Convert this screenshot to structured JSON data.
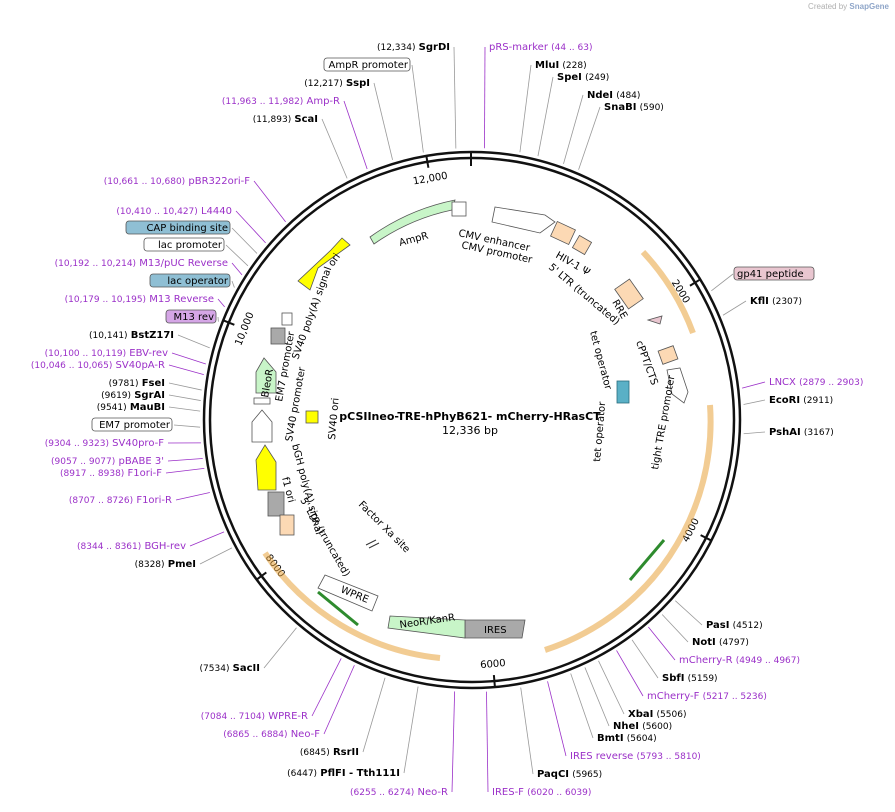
{
  "credit": {
    "prefix": "Created by",
    "brand": "SnapGene"
  },
  "plasmid": {
    "name": "pCSIIneo-TRE-hPhyB621- mCherry-HRasCT",
    "length_label": "12,336 bp"
  },
  "ticks": [
    {
      "label": "2000",
      "bp": 2000
    },
    {
      "label": "4000",
      "bp": 4000
    },
    {
      "label": "6000",
      "bp": 6000
    },
    {
      "label": "8000",
      "bp": 8000
    },
    {
      "label": "10,000",
      "bp": 10000
    },
    {
      "label": "12,000",
      "bp": 12000
    }
  ],
  "sites": [
    {
      "name": "SgrDI",
      "pos": "(12,334)",
      "kind": "enzyme",
      "side": "L"
    },
    {
      "name": "AmpR promoter",
      "pos": "",
      "kind": "boxed",
      "side": "L"
    },
    {
      "name": "SspI",
      "pos": "(12,217)",
      "kind": "enzyme",
      "side": "L"
    },
    {
      "name": "Amp-R",
      "pos": "(11,963 .. 11,982)",
      "kind": "primer",
      "side": "L"
    },
    {
      "name": "ScaI",
      "pos": "(11,893)",
      "kind": "enzyme",
      "side": "L"
    },
    {
      "name": "pBR322ori-F",
      "pos": "(10,661 .. 10,680)",
      "kind": "primer",
      "side": "L"
    },
    {
      "name": "L4440",
      "pos": "(10,410 .. 10,427)",
      "kind": "primer",
      "side": "L"
    },
    {
      "name": "CAP binding site",
      "pos": "",
      "kind": "cap",
      "side": "L"
    },
    {
      "name": "lac promoter",
      "pos": "",
      "kind": "boxed",
      "side": "L"
    },
    {
      "name": "M13/pUC Reverse",
      "pos": "(10,192 .. 10,214)",
      "kind": "primer",
      "side": "L"
    },
    {
      "name": "lac operator",
      "pos": "",
      "kind": "lacop",
      "side": "L"
    },
    {
      "name": "M13 Reverse",
      "pos": "(10,179 .. 10,195)",
      "kind": "primer",
      "side": "L"
    },
    {
      "name": "M13 rev",
      "pos": "",
      "kind": "m13",
      "side": "L"
    },
    {
      "name": "BstZ17I",
      "pos": "(10,141)",
      "kind": "enzyme",
      "side": "L"
    },
    {
      "name": "EBV-rev",
      "pos": "(10,100 .. 10,119)",
      "kind": "primer",
      "side": "L"
    },
    {
      "name": "SV40pA-R",
      "pos": "(10,046 .. 10,065)",
      "kind": "primer",
      "side": "L"
    },
    {
      "name": "FseI",
      "pos": "(9781)",
      "kind": "enzyme",
      "side": "L"
    },
    {
      "name": "SgrAI",
      "pos": "(9619)",
      "kind": "enzyme",
      "side": "L"
    },
    {
      "name": "MauBI",
      "pos": "(9541)",
      "kind": "enzyme",
      "side": "L"
    },
    {
      "name": "EM7 promoter",
      "pos": "",
      "kind": "boxed",
      "side": "L"
    },
    {
      "name": "SV40pro-F",
      "pos": "(9304 .. 9323)",
      "kind": "primer",
      "side": "L"
    },
    {
      "name": "pBABE 3'",
      "pos": "(9057 .. 9077)",
      "kind": "primer",
      "side": "L"
    },
    {
      "name": "F1ori-F",
      "pos": "(8917 .. 8938)",
      "kind": "primer",
      "side": "L"
    },
    {
      "name": "F1ori-R",
      "pos": "(8707 .. 8726)",
      "kind": "primer",
      "side": "L"
    },
    {
      "name": "BGH-rev",
      "pos": "(8344 .. 8361)",
      "kind": "primer",
      "side": "L"
    },
    {
      "name": "PmeI",
      "pos": "(8328)",
      "kind": "enzyme",
      "side": "L"
    },
    {
      "name": "SacII",
      "pos": "(7534)",
      "kind": "enzyme",
      "side": "L"
    },
    {
      "name": "WPRE-R",
      "pos": "(7084 .. 7104)",
      "kind": "primer",
      "side": "L"
    },
    {
      "name": "Neo-F",
      "pos": "(6865 .. 6884)",
      "kind": "primer",
      "side": "L"
    },
    {
      "name": "RsrII",
      "pos": "(6845)",
      "kind": "enzyme",
      "side": "L"
    },
    {
      "name": "PflFI - Tth111I",
      "pos": "(6447)",
      "kind": "enzyme",
      "side": "L"
    },
    {
      "name": "Neo-R",
      "pos": "(6255 .. 6274)",
      "kind": "primer",
      "side": "L"
    },
    {
      "name": "pRS-marker",
      "pos": "(44 .. 63)",
      "kind": "primer",
      "side": "R"
    },
    {
      "name": "MluI",
      "pos": "(228)",
      "kind": "enzyme",
      "side": "R"
    },
    {
      "name": "SpeI",
      "pos": "(249)",
      "kind": "enzyme",
      "side": "R"
    },
    {
      "name": "NdeI",
      "pos": "(484)",
      "kind": "enzyme",
      "side": "R"
    },
    {
      "name": "SnaBI",
      "pos": "(590)",
      "kind": "enzyme",
      "side": "R"
    },
    {
      "name": "gp41 peptide",
      "pos": "",
      "kind": "gp41",
      "side": "R"
    },
    {
      "name": "KflI",
      "pos": "(2307)",
      "kind": "enzyme",
      "side": "R"
    },
    {
      "name": "LNCX",
      "pos": "(2879 .. 2903)",
      "kind": "primer",
      "side": "R"
    },
    {
      "name": "EcoRI",
      "pos": "(2911)",
      "kind": "enzyme",
      "side": "R"
    },
    {
      "name": "PshAI",
      "pos": "(3167)",
      "kind": "enzyme",
      "side": "R"
    },
    {
      "name": "PasI",
      "pos": "(4512)",
      "kind": "enzyme",
      "side": "R"
    },
    {
      "name": "NotI",
      "pos": "(4797)",
      "kind": "enzyme",
      "side": "R"
    },
    {
      "name": "mCherry-R",
      "pos": "(4949 .. 4967)",
      "kind": "primer",
      "side": "R"
    },
    {
      "name": "SbfI",
      "pos": "(5159)",
      "kind": "enzyme",
      "side": "R"
    },
    {
      "name": "mCherry-F",
      "pos": "(5217 .. 5236)",
      "kind": "primer",
      "side": "R"
    },
    {
      "name": "XbaI",
      "pos": "(5506)",
      "kind": "enzyme",
      "side": "R"
    },
    {
      "name": "NheI",
      "pos": "(5600)",
      "kind": "enzyme",
      "side": "R"
    },
    {
      "name": "BmtI",
      "pos": "(5604)",
      "kind": "enzyme",
      "side": "R"
    },
    {
      "name": "IRES reverse",
      "pos": "(5793 .. 5810)",
      "kind": "primer",
      "side": "R"
    },
    {
      "name": "PaqCI",
      "pos": "(5965)",
      "kind": "enzyme",
      "side": "R"
    },
    {
      "name": "IRES-F",
      "pos": "(6020 .. 6039)",
      "kind": "primer",
      "side": "R"
    }
  ],
  "inner_labels": [
    "ori",
    "AmpR",
    "CMV enhancer",
    "CMV promoter",
    "HIV-1 Ψ",
    "5' LTR (truncated)",
    "RRE",
    "SV40 poly(A) signal",
    "BleoR",
    "EM7 promoter",
    "SV40 promoter",
    "SV40 ori",
    "cPPT/CTS",
    "tet operator",
    "tet operator",
    "tight TRE promoter",
    "bGH poly(A) signal",
    "f1 ori",
    "5' LTR (truncated)",
    "Factor Xa site",
    "WPRE",
    "NeoR/KanR",
    "IRES"
  ],
  "colors": {
    "backbone": "#111111",
    "enzyme_text": "#000000",
    "primer": "#9b30c8",
    "leader": "#999999",
    "ampr_fill": "#c8f5c8",
    "ori_fill": "#ffff00",
    "orange_feature": "#e8a23a",
    "peach": "#fcd9b4",
    "grey_feature": "#a9a9a9",
    "cap_fill": "#8fbfd4",
    "gp41_fill": "#e9c6d0",
    "m13_fill": "#d5a6e6"
  }
}
